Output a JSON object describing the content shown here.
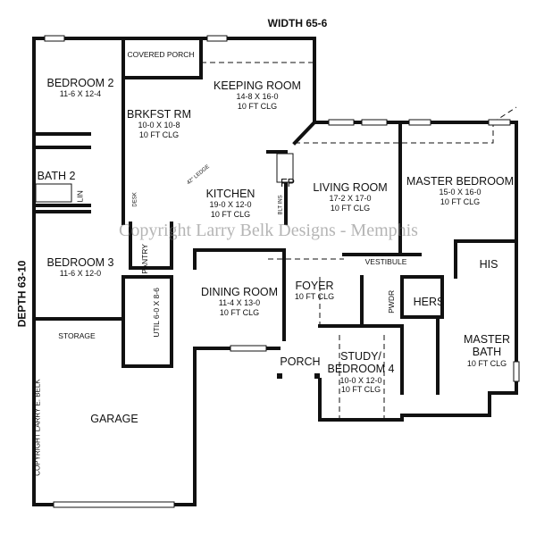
{
  "dimensions": {
    "width": "WIDTH 65-6",
    "depth": "DEPTH 63-10"
  },
  "watermark": "Copyright Larry Belk Designs - Memphis",
  "side_copyright": "COPYRIGHT LARRY E. BELK",
  "rooms": {
    "bedroom2": {
      "name": "BEDROOM 2",
      "size": "11-6 X 12-4"
    },
    "covered_porch": {
      "name": "COVERED PORCH"
    },
    "keeping": {
      "name": "KEEPING ROOM",
      "size": "14-8 X 16-0",
      "ceiling": "10 FT CLG"
    },
    "brkfst": {
      "name": "BRKFST RM",
      "size": "10-0 X 10-8",
      "ceiling": "10 FT CLG"
    },
    "bath2": {
      "name": "BATH 2"
    },
    "lin": {
      "name": "LIN"
    },
    "desk": {
      "name": "DESK"
    },
    "ledge": {
      "name": "42\" LEDGE"
    },
    "kitchen": {
      "name": "KITCHEN",
      "size": "19-0 X 12-0",
      "ceiling": "10 FT CLG"
    },
    "fp": {
      "name": "FP"
    },
    "built_ins": {
      "name": "BLT INS"
    },
    "living": {
      "name": "LIVING ROOM",
      "size": "17-2 X 17-0",
      "ceiling": "10 FT CLG"
    },
    "master_bedroom": {
      "name": "MASTER BEDROOM",
      "size": "15-0 X 16-0",
      "ceiling": "10 FT CLG"
    },
    "pantry": {
      "name": "PANTRY"
    },
    "bedroom3": {
      "name": "BEDROOM 3",
      "size": "11-6 X 12-0"
    },
    "util": {
      "name": "UTIL",
      "size": "6-0 X 8-6"
    },
    "storage": {
      "name": "STORAGE"
    },
    "garage": {
      "name": "GARAGE"
    },
    "dining": {
      "name": "DINING ROOM",
      "size": "11-4 X 13-0",
      "ceiling": "10 FT CLG"
    },
    "foyer": {
      "name": "FOYER",
      "ceiling": "10 FT CLG"
    },
    "vestibule": {
      "name": "VESTIBULE"
    },
    "pwdr": {
      "name": "PWDR"
    },
    "hers": {
      "name": "HERS"
    },
    "his": {
      "name": "HIS"
    },
    "porch": {
      "name": "PORCH"
    },
    "study": {
      "name": "STUDY/\nBEDROOM 4",
      "line1": "STUDY/",
      "line2": "BEDROOM 4",
      "size": "10-0 X 12-0",
      "ceiling": "10 FT CLG"
    },
    "master_bath": {
      "line1": "MASTER",
      "line2": "BATH",
      "ceiling": "10 FT CLG"
    }
  }
}
